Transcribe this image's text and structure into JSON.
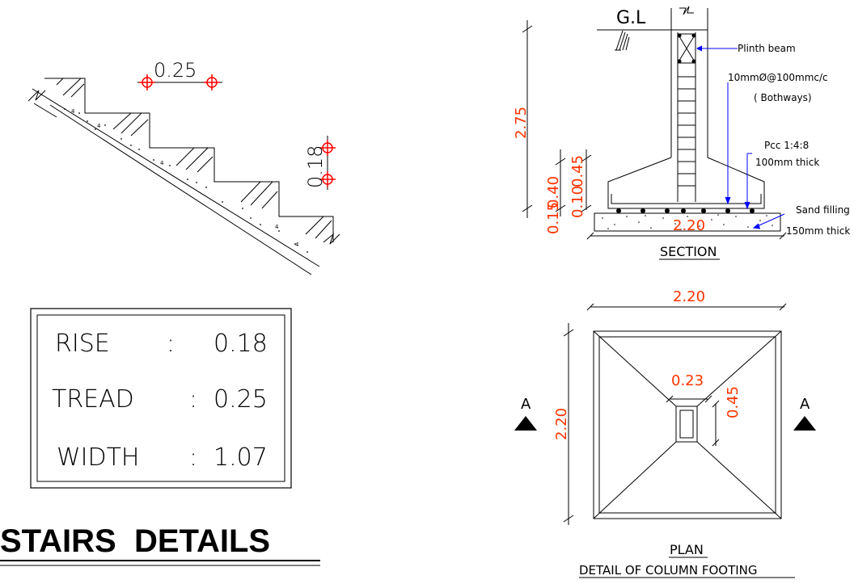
{
  "stairs": {
    "tread_dim": "0.25",
    "rise_dim": "0.18",
    "table": {
      "rise_label": "RISE",
      "rise_sep": ":",
      "rise_value": "0.18",
      "tread_label": "TREAD",
      "tread_sep": ":",
      "tread_value": "0.25",
      "width_label": "WIDTH",
      "width_sep": ":",
      "width_value": "1.07"
    },
    "title": "STAIRS  DETAILS"
  },
  "section": {
    "gl_label": "G.L",
    "plinth_beam": "Plinth beam",
    "rebar": "10mmØ@100mmc/c",
    "bothways": "( Bothways)",
    "pcc": "Pcc 1:4:8",
    "pcc_thick": "100mm thick",
    "sand": "Sand filling",
    "sand_thick": "150mm thick",
    "dim_275": "2.75",
    "dim_045": "0.45",
    "dim_040": "0.40",
    "dim_010": "0.10",
    "dim_015": "0.15",
    "dim_width": "2.20",
    "caption": "SECTION"
  },
  "plan": {
    "dim_top": "2.20",
    "dim_left": "2.20",
    "dim_col_w": "0.23",
    "dim_col_h": "0.45",
    "marker_left": "A",
    "marker_right": "A",
    "caption": "PLAN",
    "subcaption": "DETAIL OF COLUMN FOOTING"
  },
  "colors": {
    "dimension": "#ff3300",
    "leader": "#0000ff",
    "ink": "#000000",
    "marker": "#ff0000"
  }
}
